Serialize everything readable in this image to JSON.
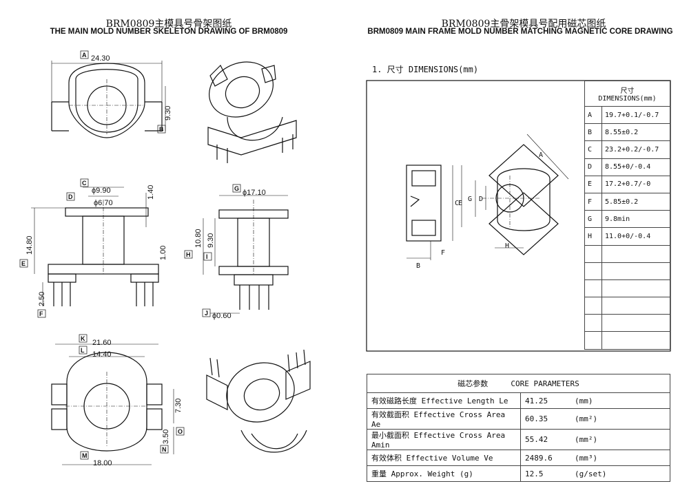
{
  "left": {
    "title_cn": "BRM0809主模具号骨架图纸",
    "title_en": "THE MAIN MOLD NUMBER SKELETON DRAWING OF BRM0809",
    "dims": {
      "A": "24.30",
      "B": "9.30",
      "C_outer": "ϕ9.90",
      "C_inner": "ϕ6.70",
      "top_h": "1.40",
      "D": "D",
      "E_h": "14.80",
      "F_h": "2.50",
      "flange": "1.00",
      "G": "ϕ17.10",
      "H": "10.80",
      "I": "9.30",
      "J": "ϕ0.60",
      "K": "21.60",
      "L": "14.40",
      "M": "18.00",
      "N": "3.50",
      "O": "7.30"
    },
    "tags": [
      "A",
      "B",
      "C",
      "D",
      "E",
      "F",
      "G",
      "H",
      "I",
      "J",
      "K",
      "L",
      "M",
      "N",
      "O"
    ]
  },
  "right": {
    "title_cn": "BRM0809主骨架模具号配用磁芯图纸",
    "title_en": "BRM0809 MAIN FRAME MOLD NUMBER MATCHING MAGNETIC CORE DRAWING",
    "section_label": "1. 尺寸 DIMENSIONS(mm)",
    "dim_table_header_cn": "尺寸",
    "dim_table_header_en": "DIMENSIONS(mm)",
    "dim_rows": [
      {
        "k": "A",
        "v": "19.7+0.1/-0.7"
      },
      {
        "k": "B",
        "v": "8.55±0.2"
      },
      {
        "k": "C",
        "v": "23.2+0.2/-0.7"
      },
      {
        "k": "D",
        "v": "8.55+0/-0.4"
      },
      {
        "k": "E",
        "v": "17.2+0.7/-0"
      },
      {
        "k": "F",
        "v": "5.85±0.2"
      },
      {
        "k": "G",
        "v": "9.8min"
      },
      {
        "k": "H",
        "v": "11.0+0/-0.4"
      }
    ],
    "drawing_labels": [
      "A",
      "B",
      "C",
      "D",
      "E",
      "F",
      "G",
      "H"
    ],
    "params_header_cn": "磁芯参数",
    "params_header_en": "CORE PARAMETERS",
    "params": [
      {
        "label": "有效磁路长度 Effective Length  Le",
        "value": "41.25",
        "unit": "(mm)"
      },
      {
        "label": "有效截面积 Effective Cross Area Ae",
        "value": "60.35",
        "unit": "(mm²)"
      },
      {
        "label": "最小截面积 Effective Cross Area Amin",
        "value": "55.42",
        "unit": "(mm²)"
      },
      {
        "label": "有效体积 Effective Volume Ve",
        "value": "2489.6",
        "unit": "(mm³)"
      },
      {
        "label": "重量 Approx. Weight (g)",
        "value": "12.5",
        "unit": "(g/set)"
      }
    ]
  }
}
